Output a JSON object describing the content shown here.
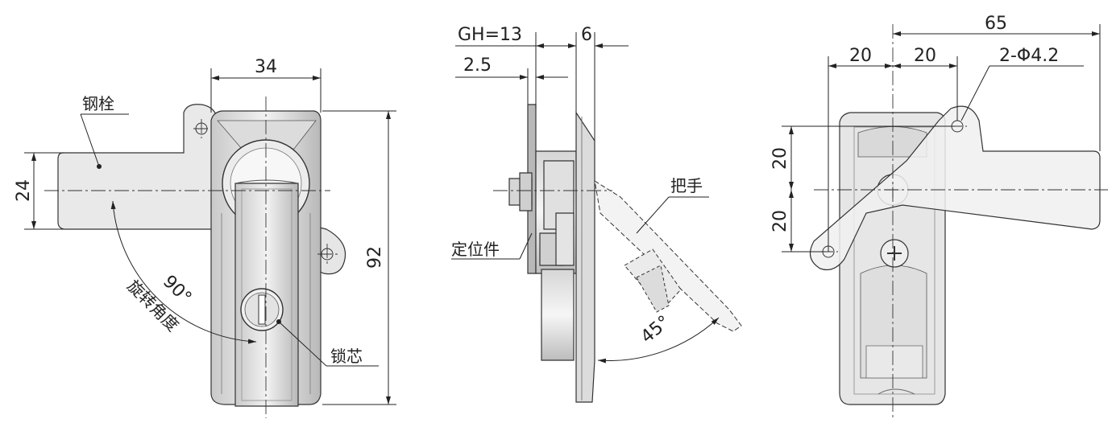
{
  "front_view": {
    "dim_width": "34",
    "dim_height": "92",
    "dim_bolt_height": "24",
    "rotation_value": "90°",
    "label_bolt": "钢栓",
    "label_rotation": "旋转角度",
    "label_lock_core": "锁芯"
  },
  "side_view": {
    "dim_gh": "GH=13",
    "dim_six": "6",
    "dim_thickness": "2.5",
    "label_handle": "把手",
    "label_locator": "定位件",
    "angle_value": "45°"
  },
  "rear_view": {
    "dim_total": "65",
    "dim_left": "20",
    "dim_right": "20",
    "dim_hole": "2-Φ4.2",
    "dim_upper": "20",
    "dim_lower": "20"
  }
}
